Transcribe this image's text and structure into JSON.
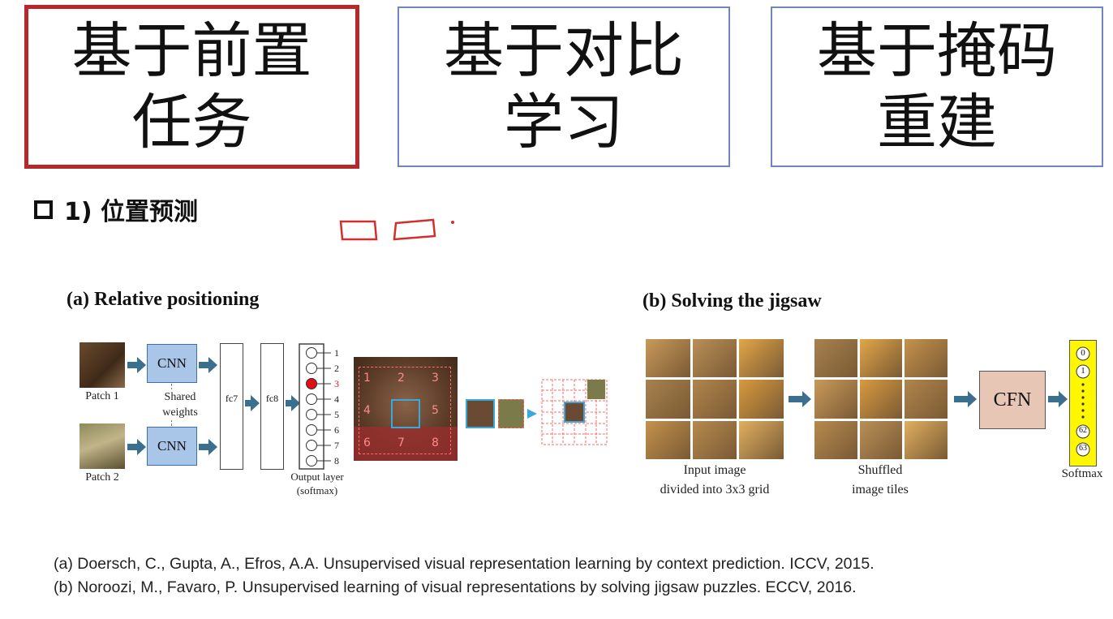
{
  "boxes": [
    {
      "label": "基于前置\n任务"
    },
    {
      "label": "基于对比\n学习"
    },
    {
      "label": "基于掩码\n重建"
    }
  ],
  "section_heading": "1) 位置预测",
  "figure_a": {
    "title": "(a) Relative positioning",
    "patch1": "Patch 1",
    "patch2": "Patch 2",
    "cnn": "CNN",
    "shared_weights": "Shared\nweights",
    "fc7": "fc7",
    "fc8": "fc8",
    "outputs": [
      "1",
      "2",
      "3",
      "4",
      "5",
      "6",
      "7",
      "8"
    ],
    "output_layer": "Output layer\n(softmax)",
    "grid_numbers": [
      "1",
      "2",
      "3",
      "4",
      "5",
      "6",
      "7",
      "8"
    ]
  },
  "figure_b": {
    "title": "(b)  Solving the jigsaw",
    "input_caption": "Input image\ndivided into 3x3 grid",
    "shuffled_caption": "Shuffled\nimage tiles",
    "cfn": "CFN",
    "softmax": "Softmax",
    "softmax_nodes": [
      "0",
      "1",
      "62",
      "63"
    ]
  },
  "references": [
    "(a)  Doersch, C., Gupta, A., Efros, A.A. Unsupervised visual representation learning by context prediction. ICCV, 2015.",
    "(b)  Noroozi, M., Favaro, P. Unsupervised learning of visual representations by solving jigsaw puzzles. ECCV, 2016."
  ],
  "colors": {
    "highlight_border": "#b8282b",
    "box_border": "#6f86c2",
    "cnn_fill": "#a9c6e8",
    "cfn_fill": "#e8c6b6",
    "softmax_fill": "#fff700",
    "annotation": "#d0302b"
  }
}
